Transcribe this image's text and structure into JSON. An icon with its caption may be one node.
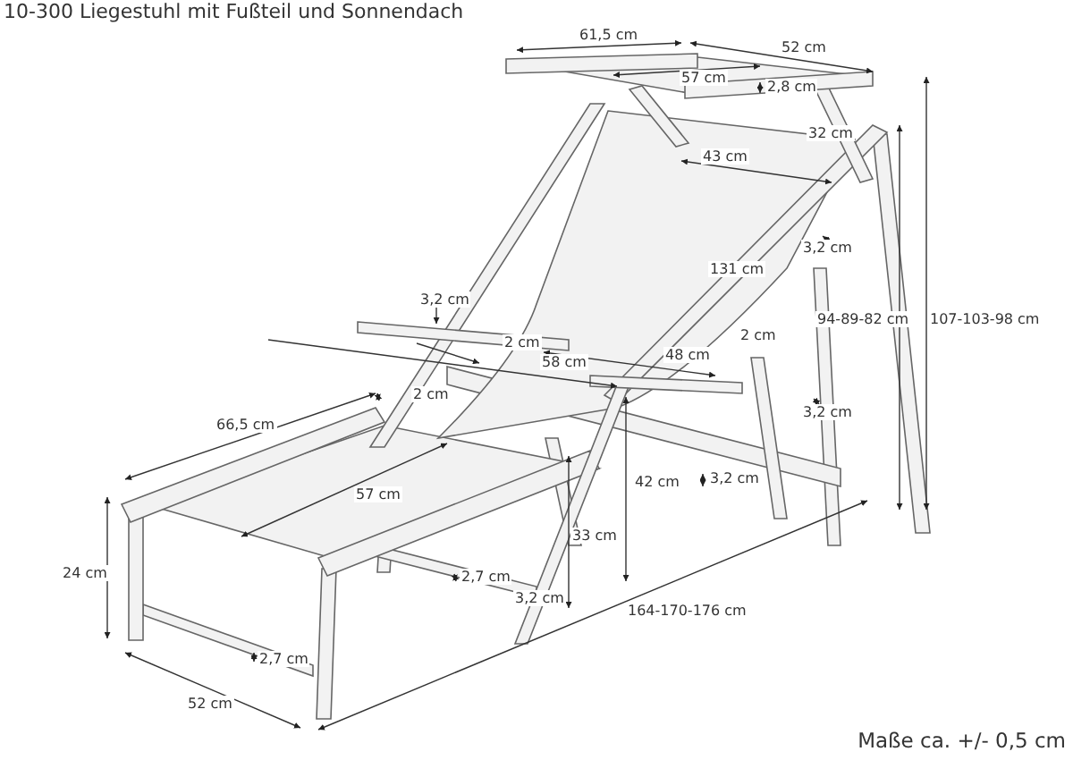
{
  "diagram": {
    "title": "10-300 Liegestuhl mit Fußteil und Sonnendach",
    "caption": "Maße ca. +/- 0,5 cm",
    "labels": [
      "61,5 cm",
      "52 cm",
      "57 cm",
      "2,8 cm",
      "32 cm",
      "43 cm",
      "3,2 cm",
      "131 cm",
      "3,2 cm",
      "94-89-82 cm",
      "107-103-98 cm",
      "2 cm",
      "2 cm",
      "58 cm",
      "48 cm",
      "2 cm",
      "3,2 cm",
      "66,5 cm",
      "42 cm",
      "3,2 cm",
      "57 cm",
      "33 cm",
      "24 cm",
      "2,7 cm",
      "3,2 cm",
      "164-170-176 cm",
      "2,7 cm",
      "52 cm"
    ]
  }
}
